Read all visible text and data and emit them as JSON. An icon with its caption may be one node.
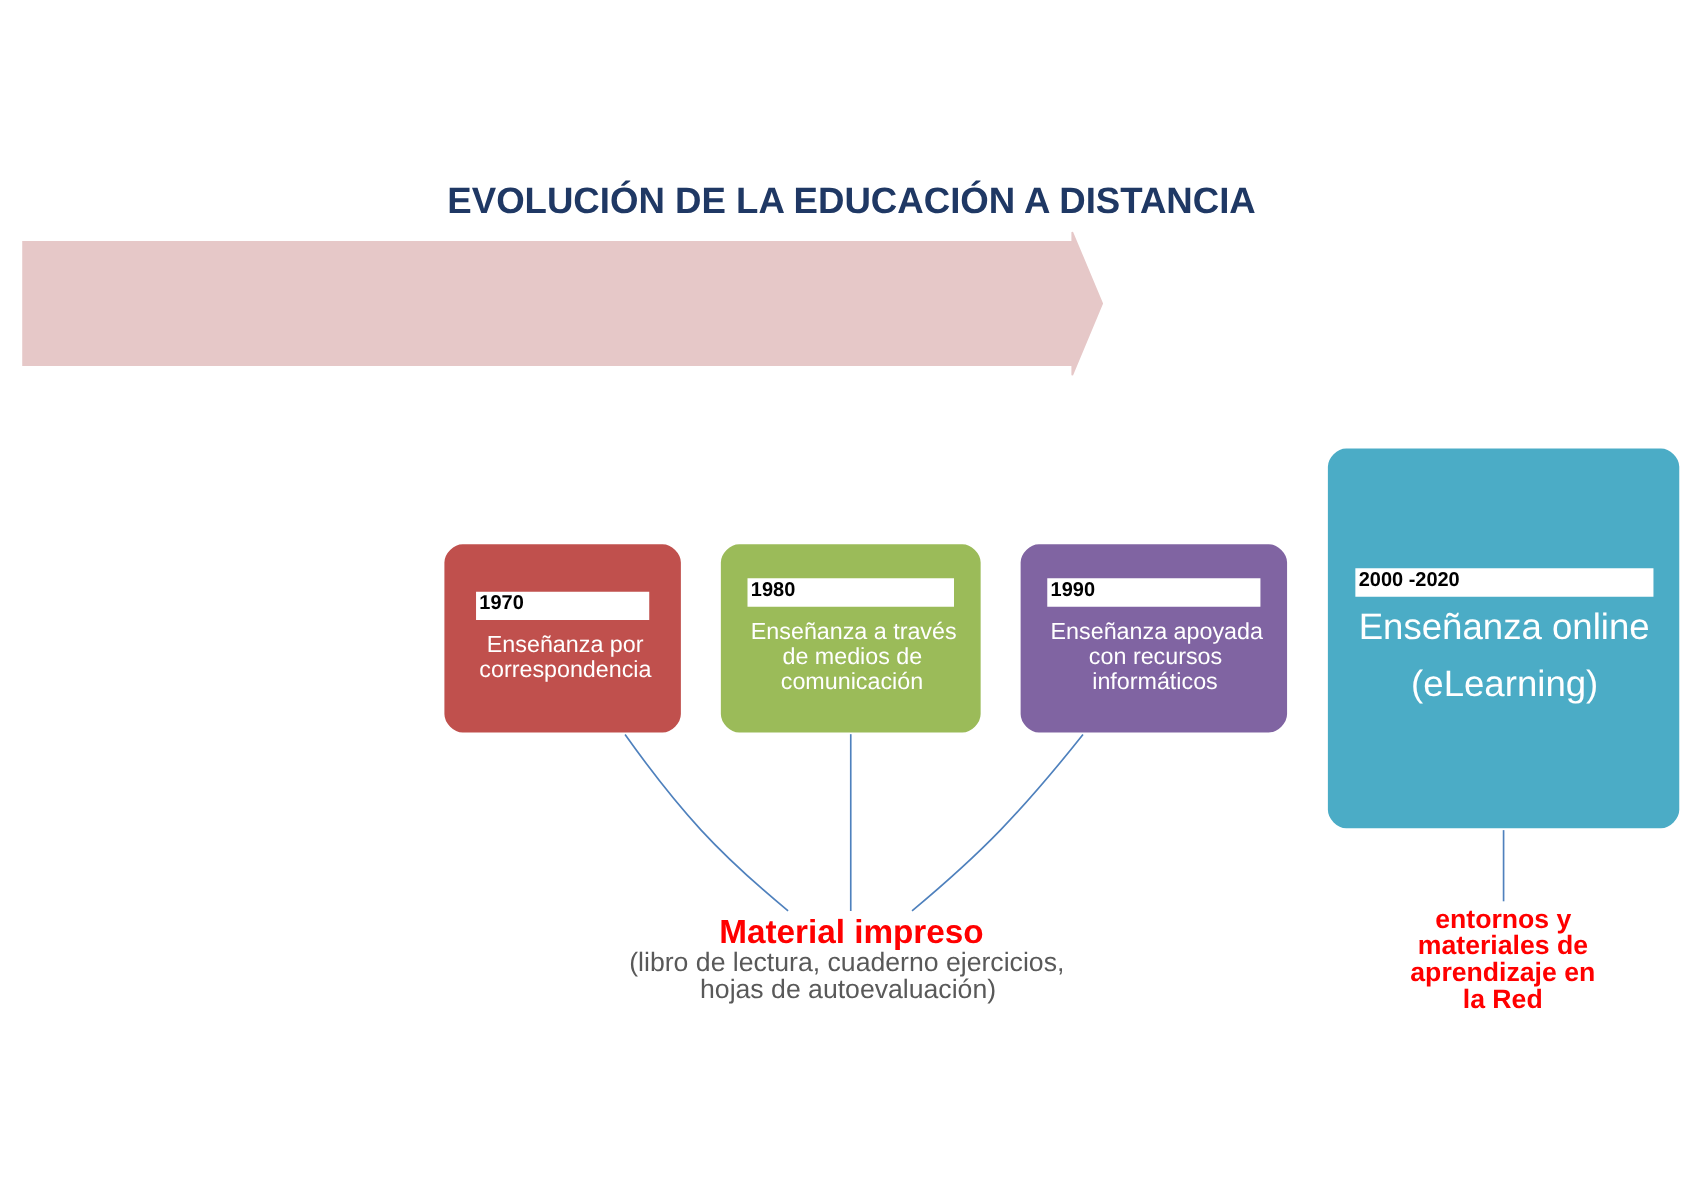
{
  "diagram": {
    "title": "EVOLUCIÓN DE LA EDUCACIÓN A DISTANCIA",
    "nodes": [
      {
        "text": [],
        "shape": "arrow"
      },
      {
        "text": [
          "1970",
          "Enseñanza por correspondencia"
        ]
      },
      {
        "text": [
          "1980",
          "Enseñanza a través de medios de comunicación"
        ]
      },
      {
        "text": [
          "1990",
          "Enseñanza apoyada con recursos informáticos"
        ]
      },
      {
        "text": [
          "2000 -2020",
          "Enseñanza online",
          "(eLearning)"
        ]
      },
      {
        "text": [
          "Material impreso",
          "(libro de lectura, cuaderno ejercicios, hojas de autoevaluación)"
        ]
      },
      {
        "text": [
          "entornos y materiales de aprendizaje en la Red"
        ]
      }
    ],
    "edges": [
      {
        "from": 1,
        "to": 5,
        "arrow": "none"
      },
      {
        "from": 2,
        "to": 5,
        "arrow": "none"
      },
      {
        "from": 3,
        "to": 5,
        "arrow": "none"
      },
      {
        "from": 4,
        "to": 6,
        "arrow": "none"
      }
    ]
  }
}
